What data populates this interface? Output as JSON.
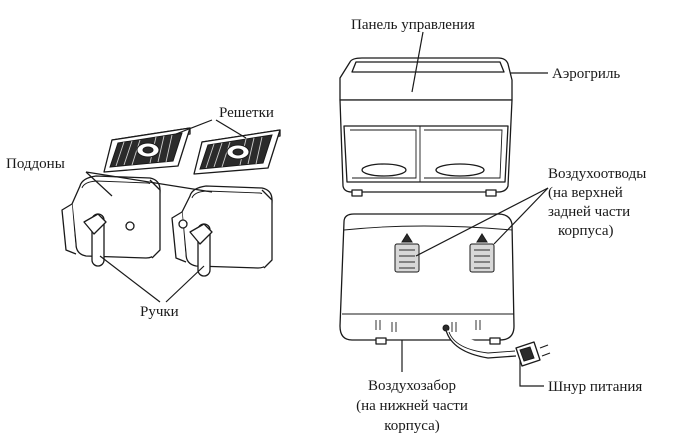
{
  "labels": {
    "control_panel": "Панель управления",
    "air_grill": "Аэрогриль",
    "grates": "Решетки",
    "trays": "Поддоны",
    "handles": "Ручки",
    "air_outlets": [
      "Воздухоотводы",
      "(на верхней",
      "задней части",
      "корпуса)"
    ],
    "air_intake": [
      "Воздухозабор",
      "(на нижней части",
      "корпуса)"
    ],
    "power_cord": "Шнур питания"
  },
  "icons": {
    "vent_marker": "triangle-up-icon",
    "plug": "power-plug-icon"
  },
  "colors": {
    "line": "#1a1a1a",
    "background": "#ffffff",
    "grate_fill": "#2b2b2b"
  }
}
